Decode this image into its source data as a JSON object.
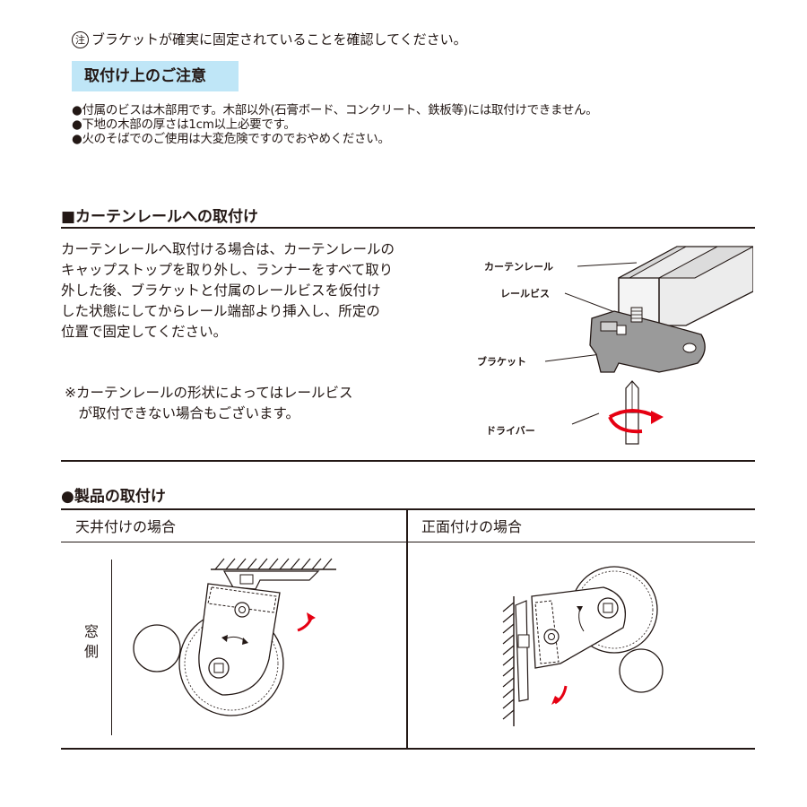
{
  "top_note": {
    "marker": "注",
    "text": "ブラケットが確実に固定されていることを確認してください。"
  },
  "caution": {
    "heading": "取付け上のご注意",
    "items": [
      "●付属のビスは木部用です。木部以外(石膏ボード、コンクリート、鉄板等)には取付けできません。",
      "●下地の木部の厚さは1cm以上必要です。",
      "●火のそばでのご使用は大変危険ですのでおやめください。"
    ]
  },
  "rail_section": {
    "heading": "■カーテンレールへの取付け",
    "body_lines": [
      "カーテンレールへ取付ける場合は、カーテンレールの",
      "キャップストップを取り外し、ランナーをすべて取り",
      "外した後、ブラケットと付属のレールビスを仮付け",
      "した状態にしてからレール端部より挿入し、所定の",
      "位置で固定してください。"
    ],
    "footnote_lines": [
      "※カーテンレールの形状によってはレールビス",
      "　が取付できない場合もございます。"
    ],
    "diagram_labels": {
      "rail": "カーテンレール",
      "rail_screw": "レールビス",
      "bracket": "ブラケット",
      "driver": "ドライバー"
    },
    "colors": {
      "rail_fill": "#e6e6e6",
      "bracket_fill": "#9a9a9a",
      "arrow_red": "#e60012"
    }
  },
  "product_section": {
    "heading": "●製品の取付け",
    "ceiling": {
      "title": "天井付けの場合",
      "window_side": [
        "窓",
        "側"
      ]
    },
    "front": {
      "title": "正面付けの場合"
    },
    "colors": {
      "arrow_red": "#e60012",
      "label_bg": "#bfe6f7"
    }
  }
}
